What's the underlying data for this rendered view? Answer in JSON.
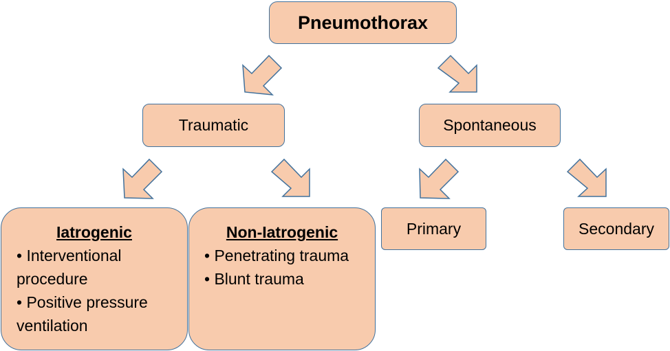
{
  "root": {
    "label": "Pneumothorax"
  },
  "level1": {
    "traumatic": "Traumatic",
    "spontaneous": "Spontaneous"
  },
  "traumatic_children": {
    "iatrogenic": {
      "title": "Iatrogenic",
      "items": [
        "• Interventional procedure",
        "• Positive pressure ventilation"
      ]
    },
    "non_iatrogenic": {
      "title": "Non-Iatrogenic",
      "items": [
        "• Penetrating trauma",
        "• Blunt trauma"
      ]
    }
  },
  "spontaneous_children": {
    "primary": "Primary",
    "secondary": "Secondary"
  },
  "colors": {
    "box_fill": "#f8cbad",
    "box_border": "#41719c"
  }
}
